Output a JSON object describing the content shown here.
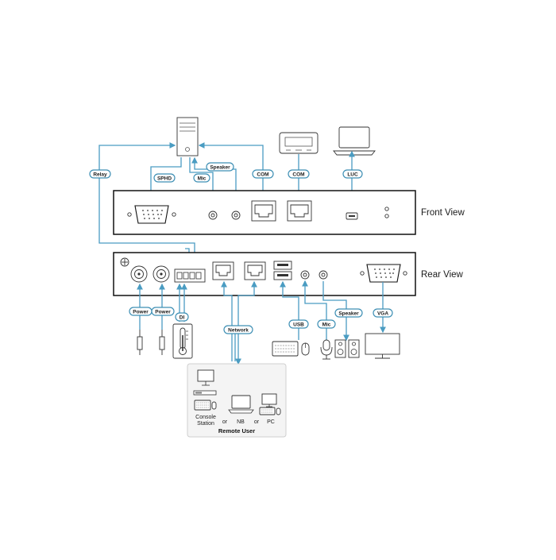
{
  "views": {
    "front": "Front View",
    "rear": "Rear View"
  },
  "labels": {
    "relay": "Relay",
    "sphd": "SPHD",
    "mic_top": "Mic",
    "speaker_top": "Speaker",
    "com1": "COM",
    "com2": "COM",
    "luc": "LUC",
    "power1": "Power",
    "power2": "Power",
    "di": "DI",
    "network": "Network",
    "usb": "USB",
    "mic_bottom": "Mic",
    "speaker_bottom": "Speaker",
    "vga": "VGA"
  },
  "remote": {
    "console_line1": "Console",
    "console_line2": "Station",
    "or1": "or",
    "nb": "NB",
    "or2": "or",
    "pc": "PC",
    "title": "Remote User"
  },
  "colors": {
    "connector": "#4a9cc2",
    "device": "#111111",
    "panel": "#f4f4f4"
  }
}
